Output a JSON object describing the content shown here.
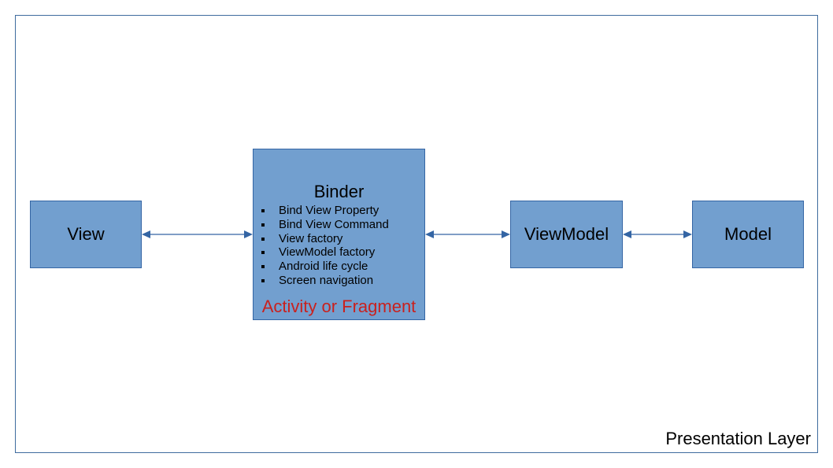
{
  "layer": {
    "label": "Presentation Layer"
  },
  "boxes": {
    "view": "View",
    "binder": {
      "title": "Binder",
      "items": [
        "Bind View Property",
        "Bind View Command",
        "View factory",
        "ViewModel factory",
        "Android life cycle",
        "Screen navigation"
      ],
      "footer": "Activity or Fragment"
    },
    "viewmodel": "ViewModel",
    "model": "Model"
  },
  "colors": {
    "box_fill": "#729fcf",
    "box_border": "#3465a4",
    "frame_border": "#3f6b9e",
    "arrow": "#3465a4",
    "footer_text": "#c9211e"
  },
  "connectors": [
    {
      "from": "view",
      "to": "binder",
      "direction": "both"
    },
    {
      "from": "binder",
      "to": "viewmodel",
      "direction": "both"
    },
    {
      "from": "viewmodel",
      "to": "model",
      "direction": "both"
    }
  ]
}
